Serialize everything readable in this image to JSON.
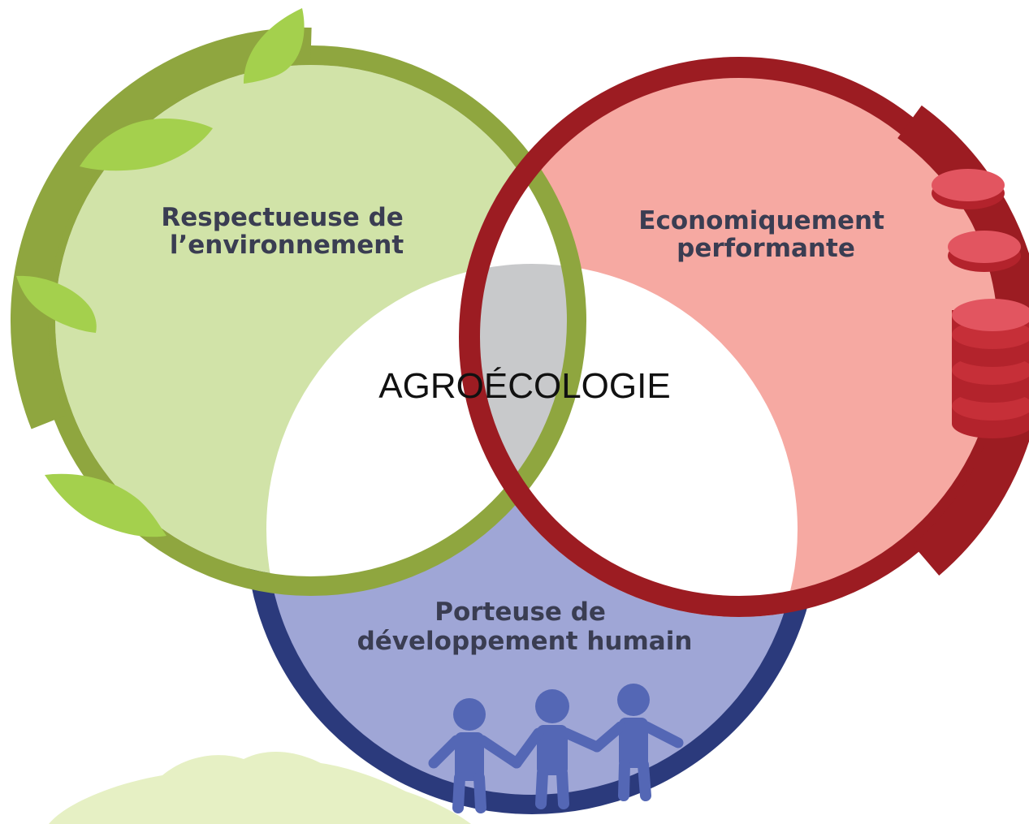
{
  "diagram": {
    "center_label": "AGROÉCOLOGIE",
    "circles": [
      {
        "id": "environment",
        "label_lines": [
          "Respectueuse de",
          "l’environnement"
        ],
        "ring_color": "#8fa63f",
        "fill_color": "#d1e3a8",
        "decoration": "leaf-icons"
      },
      {
        "id": "economy",
        "label_lines": [
          "Economiquement",
          "performante"
        ],
        "ring_color": "#9c1c22",
        "fill_color": "#f6a9a2",
        "decoration": "coin-stack-icons"
      },
      {
        "id": "human",
        "label_lines": [
          "Porteuse de",
          "développement humain"
        ],
        "ring_color": "#2b3a7c",
        "fill_color": "#9fa6d6",
        "decoration": "people-icons"
      }
    ],
    "overlap_fill_color": "#c8c9cb",
    "leaf_color": "#a4d04d",
    "coin_color": "#e25560",
    "people_color": "#5467b5",
    "ground_color": "#e6f0c4"
  }
}
